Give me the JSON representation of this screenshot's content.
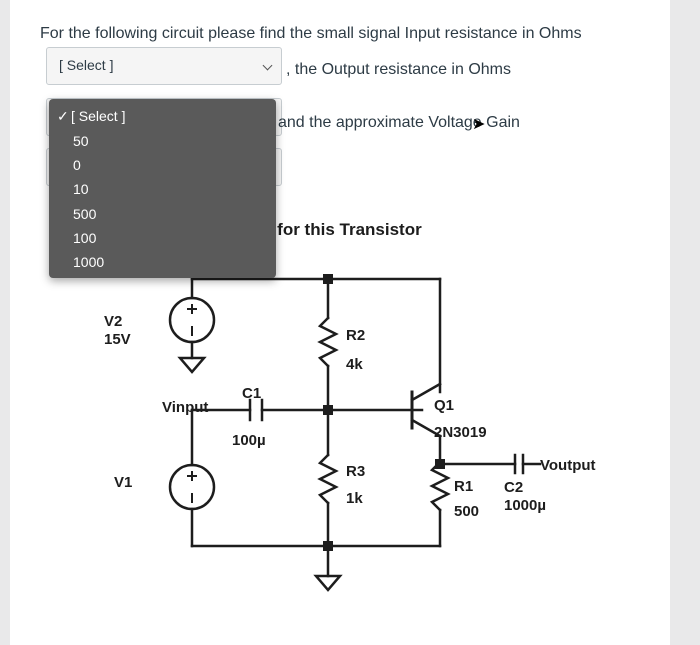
{
  "question": {
    "line1": "For the following circuit please find the small signal Input resistance in Ohms",
    "line2_after_select": ", the Output  resistance in Ohms",
    "line3_after_select": "and the approximate Voltage Gain",
    "beta_fragment": "0 for this Transistor"
  },
  "select_input_resistance": {
    "value": "[ Select ]"
  },
  "dropdown": {
    "options": [
      {
        "label": "[ Select ]",
        "selected": true
      },
      {
        "label": "50"
      },
      {
        "label": "0"
      },
      {
        "label": "10"
      },
      {
        "label": "500"
      },
      {
        "label": "100"
      },
      {
        "label": "1000"
      }
    ]
  },
  "circuit": {
    "labels": {
      "v2": "V2",
      "v2_value": "15V",
      "v1": "V1",
      "vinput": "Vinput",
      "c1": "C1",
      "c1_value": "100µ",
      "r2": "R2",
      "r2_value": "4k",
      "r3": "R3",
      "r3_value": "1k",
      "q1": "Q1",
      "q1_part": "2N3019",
      "r1": "R1",
      "r1_value": "500",
      "c2": "C2",
      "c2_value": "1000µ",
      "voutput": "Voutput"
    }
  },
  "colors": {
    "text": "#2d3b45",
    "dropdown_bg": "#5a5a5a",
    "select_bg": "#f5f5f5",
    "wire": "#1d1d1d"
  }
}
